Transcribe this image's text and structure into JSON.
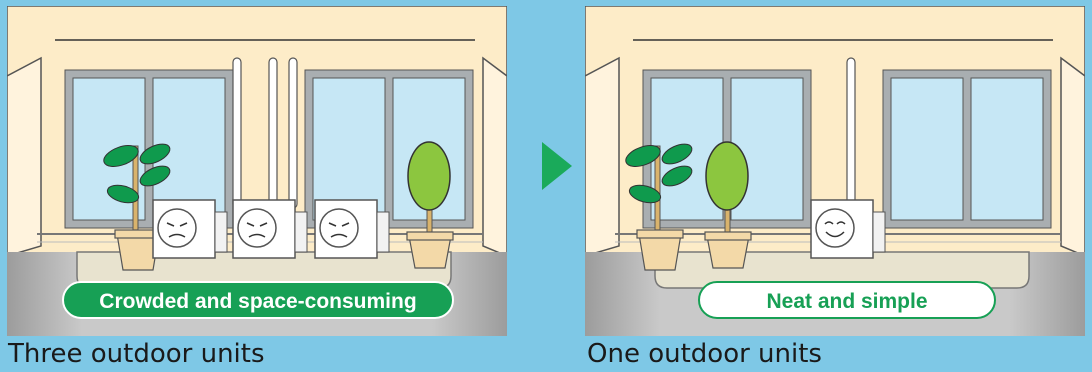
{
  "left_panel": {
    "badge_label": "Crowded and space-consuming",
    "caption": "Three outdoor units",
    "unit_faces": [
      "sad-face-icon",
      "sad-face-icon",
      "sad-face-icon"
    ]
  },
  "right_panel": {
    "badge_label": "Neat and simple",
    "caption": "One outdoor units",
    "unit_faces": [
      "smile-face-icon"
    ]
  },
  "colors": {
    "background": "#7ec8e6",
    "wall": "#fdecc8",
    "glass": "#c6e7f5",
    "frame": "#a9aeb1",
    "balcony_floor": "#b8b8b8",
    "leaf_dark": "#0f9a4d",
    "leaf_light": "#8cc63f",
    "pot": "#f3d9a8",
    "badge_green": "#17a055",
    "arrow": "#1aaa5a"
  }
}
